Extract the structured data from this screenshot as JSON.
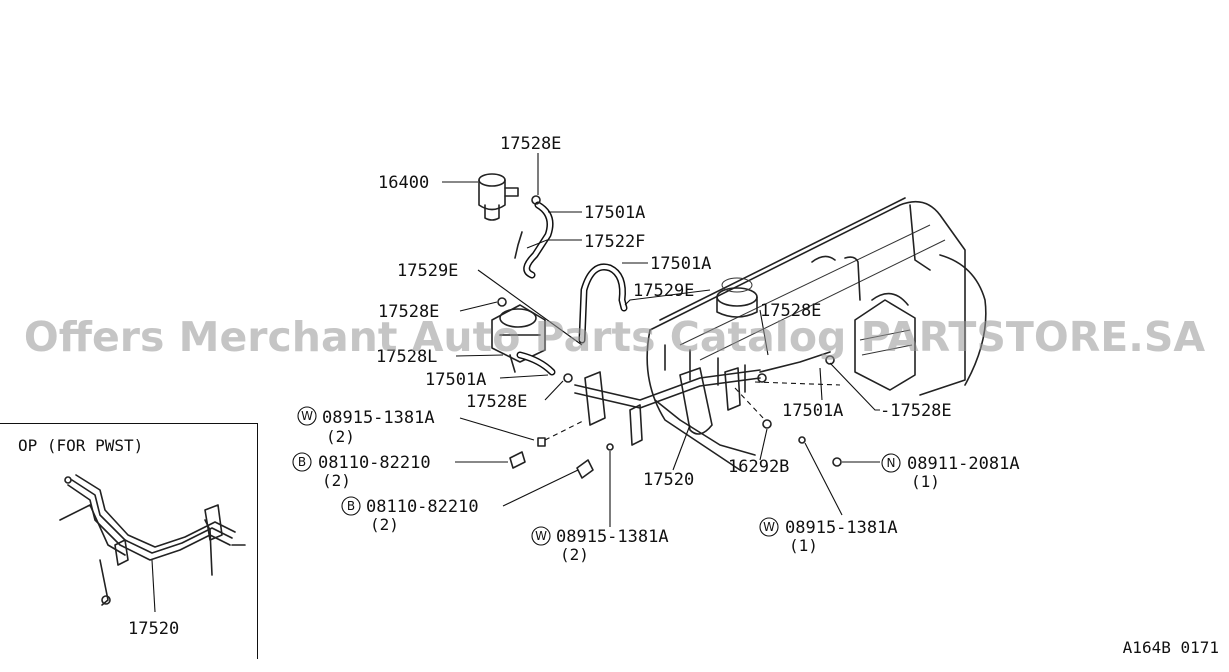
{
  "diagram": {
    "reference_code": "A164B 0171",
    "watermark": "Offers Merchant Auto Parts Catalog PARTSTORE.SA",
    "inset": {
      "title": "OP (FOR PWST)",
      "part_number": "17520"
    },
    "callouts": {
      "p17528e_top": "17528E",
      "p16400": "16400",
      "p17501a_1": "17501A",
      "p17522f": "17522F",
      "p17529e_left": "17529E",
      "p17501a_2": "17501A",
      "p17529e_mid": "17529E",
      "p17528e_left": "17528E",
      "p17528e_right": "17528E",
      "p17528l": "17528L",
      "p17501a_3": "17501A",
      "p17528e_low": "17528E",
      "p17501a_4": "17501A",
      "p17528e_far": "-17528E",
      "p17520": "17520",
      "p16292b": "16292B"
    },
    "fasteners": [
      {
        "symbol": "W",
        "part": "08915-1381A",
        "qty": "(2)"
      },
      {
        "symbol": "B",
        "part": "08110-82210",
        "qty": "(2)"
      },
      {
        "symbol": "B",
        "part": "08110-82210",
        "qty": "(2)"
      },
      {
        "symbol": "W",
        "part": "08915-1381A",
        "qty": "(2)"
      },
      {
        "symbol": "N",
        "part": "08911-2081A",
        "qty": "(1)"
      },
      {
        "symbol": "W",
        "part": "08915-1381A",
        "qty": "(1)"
      }
    ]
  }
}
